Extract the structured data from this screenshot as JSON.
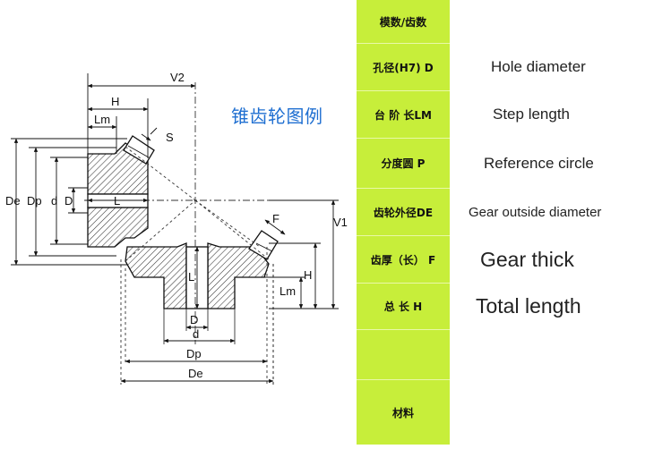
{
  "diagram": {
    "title": "锥齿轮图例",
    "labels": {
      "V2": "V2",
      "V1": "V1",
      "H_top": "H",
      "Lm_top": "Lm",
      "S": "S",
      "De_left": "De",
      "Dp_left": "Dp",
      "d_left": "d",
      "D_left": "D",
      "L_left": "L",
      "F": "F",
      "L_bottom": "L",
      "H_right": "H",
      "Lm_right": "Lm",
      "D_bottom": "D",
      "d_bottom": "d",
      "Dp_bottom": "Dp",
      "De_bottom": "De"
    }
  },
  "table": {
    "rows": [
      {
        "cn": "模数/齿数",
        "en": ""
      },
      {
        "cn": "孔径(H7) D",
        "en": "Hole diameter"
      },
      {
        "cn": "台 阶 长LM",
        "en": "Step length"
      },
      {
        "cn": "分度圆 P",
        "en": "Reference circle"
      },
      {
        "cn": "齿轮外径DE",
        "en": "Gear outside diameter"
      },
      {
        "cn": "齿厚（长） F",
        "en": "Gear thick"
      },
      {
        "cn": "总 长 H",
        "en": "Total length"
      },
      {
        "cn": "",
        "en": ""
      },
      {
        "cn": "材料",
        "en": ""
      }
    ]
  },
  "colors": {
    "accent_green": "#c7ee3a",
    "title_blue": "#1f6fd1"
  }
}
